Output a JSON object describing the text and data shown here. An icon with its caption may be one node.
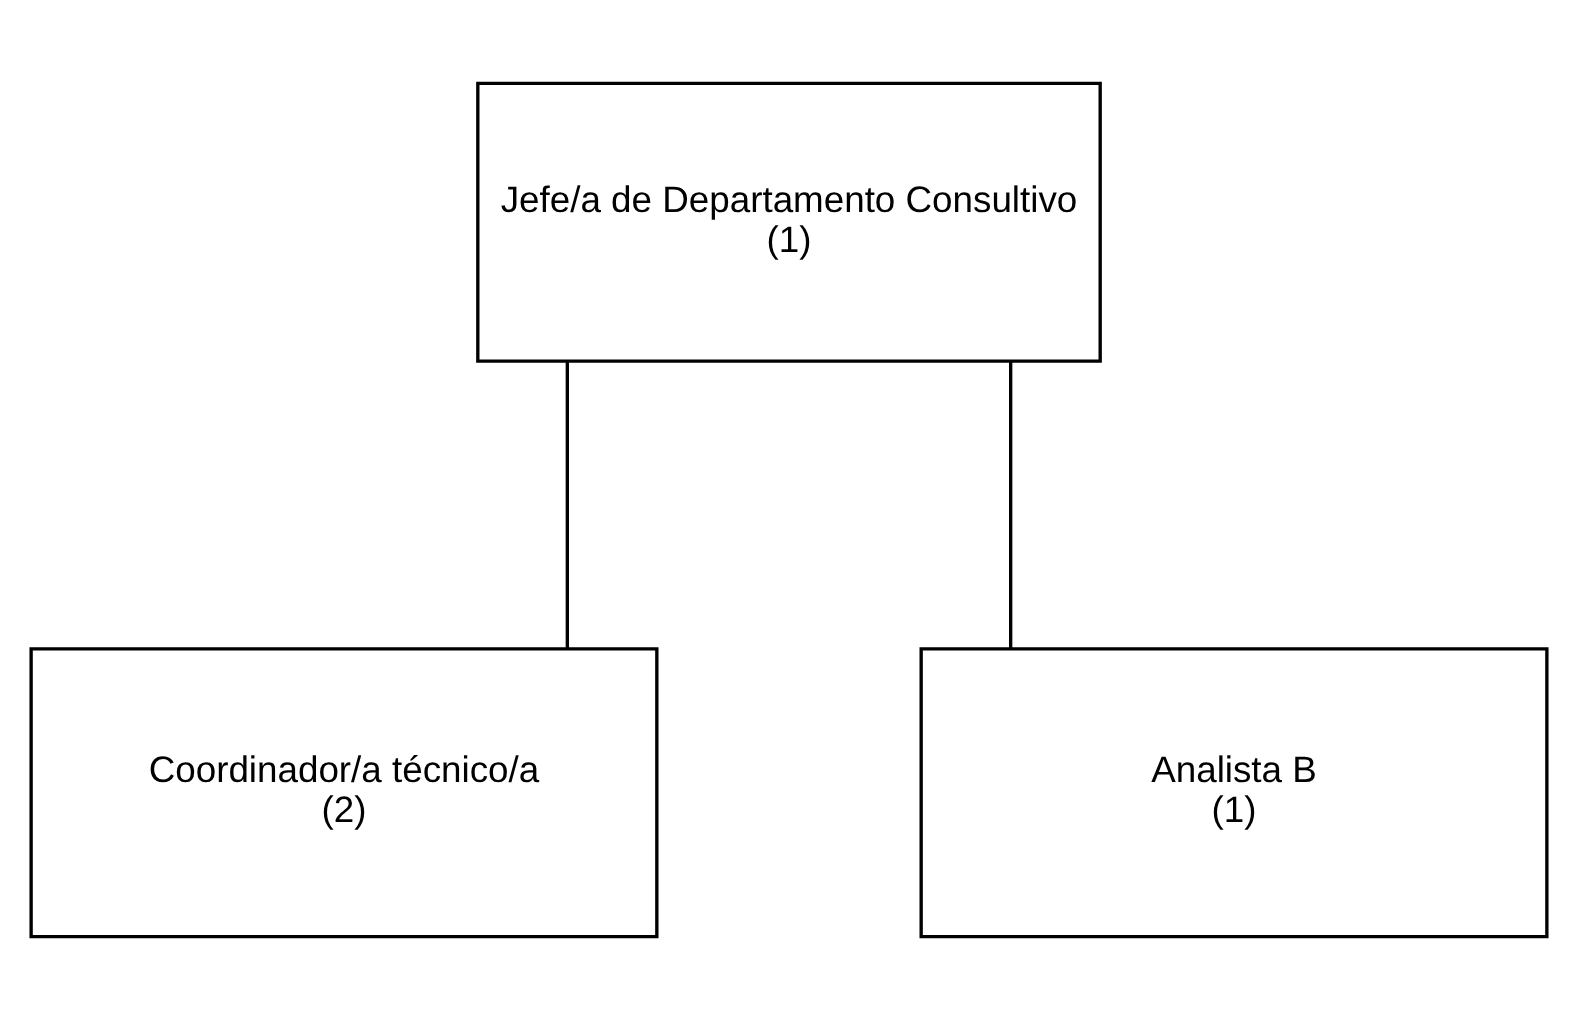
{
  "diagram": {
    "nodes": [
      {
        "text": [
          "Jefe/a de Departamento Consultivo",
          "(1)"
        ]
      },
      {
        "text": [
          "Coordinador/a técnico/a",
          "(2)"
        ]
      },
      {
        "text": [
          "Analista B",
          "(1)"
        ]
      }
    ],
    "edges": [
      {
        "from": 0,
        "to": 1,
        "arrow": "none"
      },
      {
        "from": 0,
        "to": 2,
        "arrow": "none"
      }
    ]
  }
}
